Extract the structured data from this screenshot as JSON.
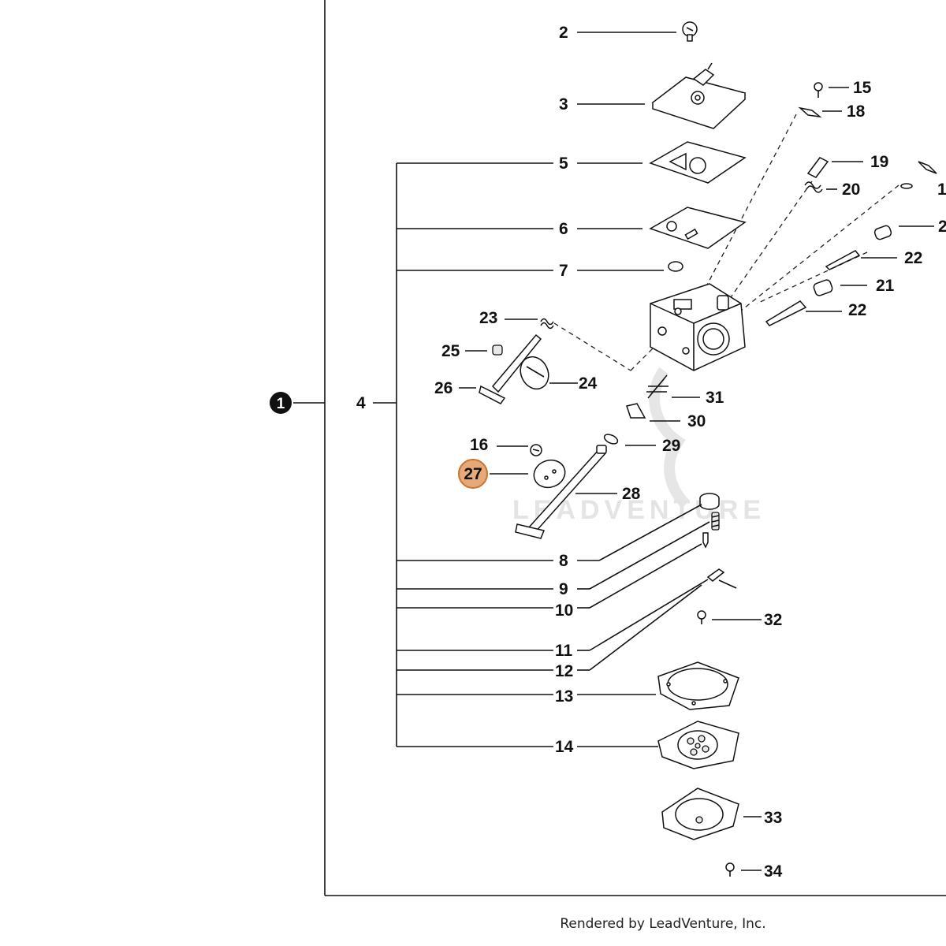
{
  "diagram": {
    "assembly_label": "1",
    "kit_label": "4",
    "highlighted_label": "27",
    "highlight_color": "#e8a97a",
    "highlight_stroke": "#c8752e",
    "labels": {
      "p2": "2",
      "p3": "3",
      "p5": "5",
      "p6": "6",
      "p7": "7",
      "p8": "8",
      "p9": "9",
      "p10": "10",
      "p11": "11",
      "p12": "12",
      "p13": "13",
      "p14": "14",
      "p15": "15",
      "p16": "16",
      "p18": "18",
      "p19": "19",
      "p20": "20",
      "p21a": "2",
      "p21b": "21",
      "p22a": "22",
      "p22b": "22",
      "p23": "23",
      "p24": "24",
      "p25": "25",
      "p26": "26",
      "p28": "28",
      "p29": "29",
      "p30": "30",
      "p31": "31",
      "p32": "32",
      "p33": "33",
      "p34": "34",
      "p17": "1"
    },
    "watermark": "LEADVENTURE"
  },
  "footer": {
    "text": "Rendered by LeadVenture, Inc."
  }
}
